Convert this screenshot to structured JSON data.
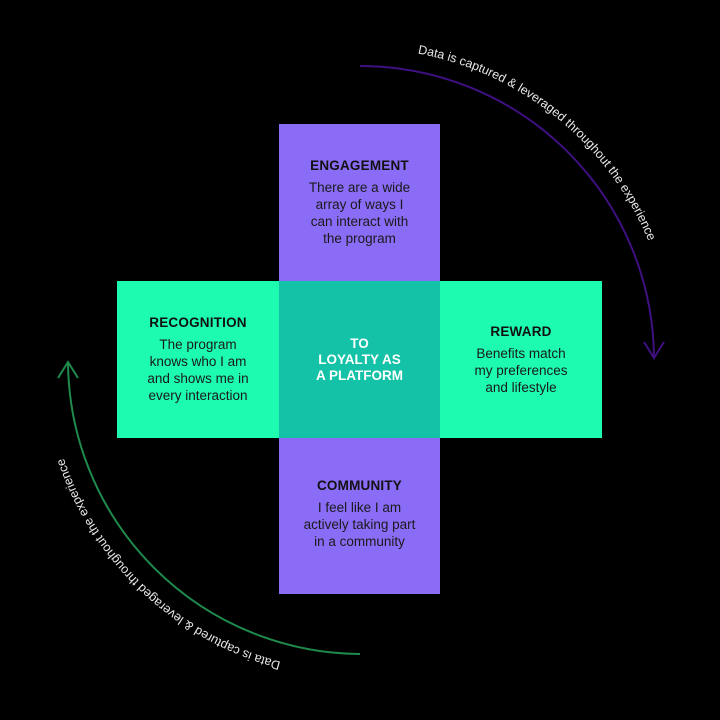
{
  "center": {
    "lines": [
      "TO",
      "LOYALTY AS",
      "A PLATFORM"
    ]
  },
  "blocks": {
    "engagement": {
      "title": "ENGAGEMENT",
      "lines": [
        "There are a wide",
        "array of ways I",
        "can interact with",
        "the program"
      ]
    },
    "recognition": {
      "title": "RECOGNITION",
      "lines": [
        "The program",
        "knows who I am",
        "and shows me in",
        "every interaction"
      ]
    },
    "reward": {
      "title": "REWARD",
      "lines": [
        "Benefits match",
        "my preferences",
        "and lifestyle"
      ]
    },
    "community": {
      "title": "COMMUNITY",
      "lines": [
        "I feel like I am",
        "actively taking part",
        "in a community"
      ]
    }
  },
  "arrows": {
    "top_label": "Data is captured & leveraged throughout the experience",
    "bottom_label": "Data is captured & leveraged throughout the experience",
    "top_color": "#3f1080",
    "bottom_color": "#1f8a4c"
  },
  "colors": {
    "purple": "#8b6cf6",
    "green": "#1dfbb0",
    "center": "#14c2a8"
  }
}
